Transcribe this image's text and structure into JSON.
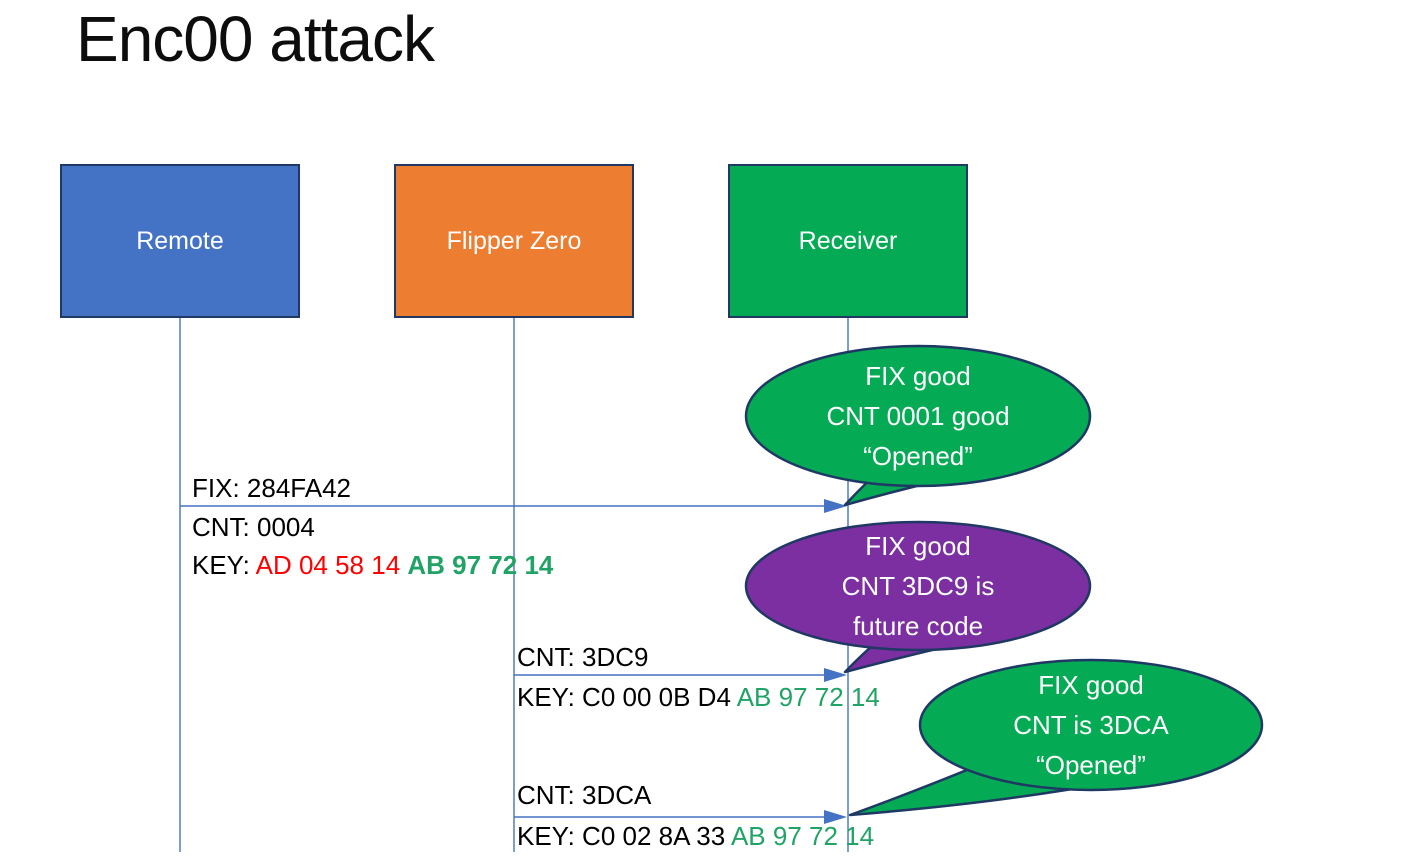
{
  "title": "Enc00 attack",
  "colors": {
    "remote_fill": "#4472C4",
    "flipper_fill": "#ED7D31",
    "receiver_fill": "#04AB54",
    "bubble_green": "#04AB54",
    "bubble_purple": "#7B2FA0",
    "outline_navy": "#1F3864",
    "line_blue": "#4472C4",
    "text_red": "#FF0000",
    "text_green": "#21A366",
    "text_white": "#FFFFFF"
  },
  "actors": [
    {
      "label": "Remote"
    },
    {
      "label": "Flipper Zero"
    },
    {
      "label": "Receiver"
    }
  ],
  "messages": {
    "m1": {
      "above": "FIX: 284FA42",
      "cnt": "CNT: 0004",
      "key_label": "KEY: ",
      "key_red": "AD 04 58 14 ",
      "key_green": "AB 97 72 14"
    },
    "m2": {
      "cnt": "CNT: 3DC9",
      "key_label": "KEY: ",
      "key_black": "C0 00 0B D4 ",
      "key_green": "AB 97 72 14"
    },
    "m3": {
      "cnt": "CNT: 3DCA",
      "key_label": "KEY: ",
      "key_black": "C0 02 8A 33 ",
      "key_green": "AB 97 72 14"
    }
  },
  "bubbles": {
    "b1": {
      "line1": "FIX good",
      "line2": "CNT 0001 good",
      "line3": "“Opened”"
    },
    "b2": {
      "line1": "FIX good",
      "line2": "CNT 3DC9 is",
      "line3": "future code"
    },
    "b3": {
      "line1": "FIX good",
      "line2": "CNT is 3DCA",
      "line3": "“Opened”"
    }
  }
}
